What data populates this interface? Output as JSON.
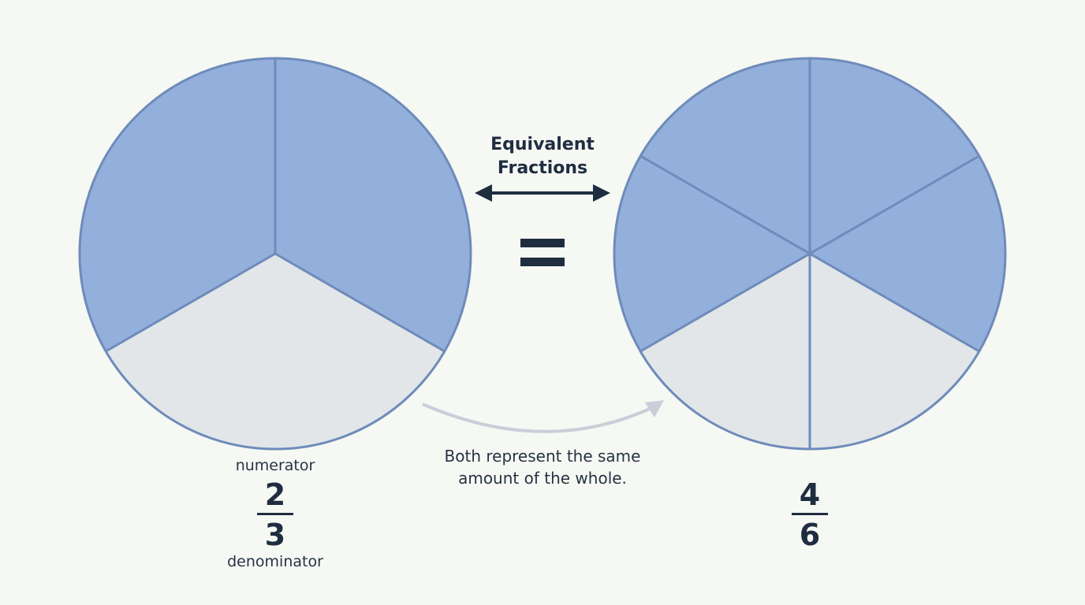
{
  "title": {
    "line1": "Equivalent",
    "line2": "Fractions"
  },
  "equals_symbol": "=",
  "caption": {
    "line1": "Both represent the same",
    "line2": "amount of the whole."
  },
  "left_fraction": {
    "numerator_label": "numerator",
    "numerator": "2",
    "denominator": "3",
    "denominator_label": "denominator",
    "total_parts": 3,
    "shaded_parts": 2
  },
  "right_fraction": {
    "numerator": "4",
    "denominator": "6",
    "total_parts": 6,
    "shaded_parts": 4
  },
  "colors": {
    "background": "#f6f8f3",
    "shaded": "#93b0dc",
    "unshaded": "#e2e6e9",
    "outline": "#6e8bba",
    "text": "#1f2d40",
    "curved_arrow": "#c9ced8"
  }
}
